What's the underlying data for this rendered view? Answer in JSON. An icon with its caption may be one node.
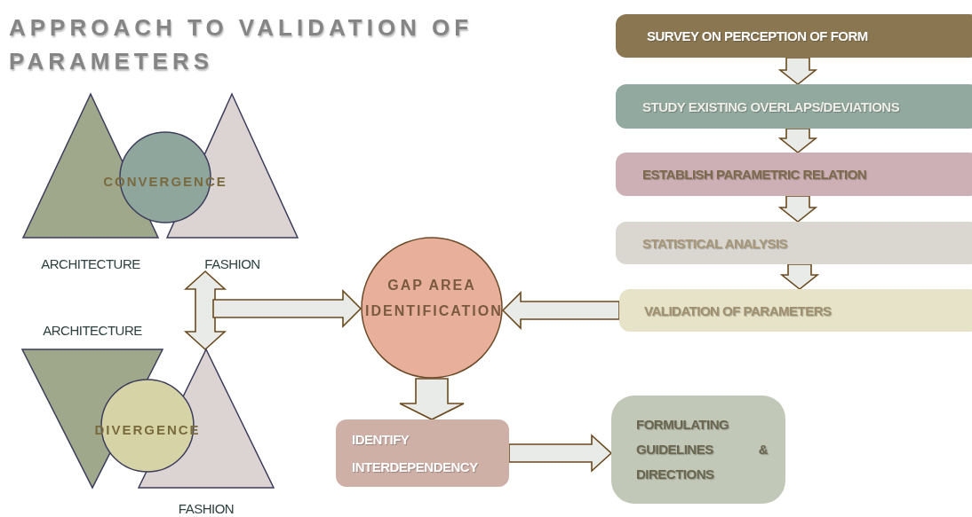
{
  "diagram": {
    "title": "APPROACH TO VALIDATION OF PARAMETERS",
    "nodes": [
      {
        "text": [
          "ARCHITECTURE"
        ]
      },
      {
        "text": [
          "FASHION"
        ]
      },
      {
        "text": [
          "CONVERGENCE"
        ]
      },
      {
        "text": [
          "ARCHITECTURE"
        ]
      },
      {
        "text": [
          "FASHION"
        ]
      },
      {
        "text": [
          "DIVERGENCE"
        ]
      },
      {
        "text": [
          "GAP AREA IDENTIFICATION"
        ]
      },
      {
        "text": [
          "SURVEY ON PERCEPTION OF FORM"
        ]
      },
      {
        "text": [
          "STUDY EXISTING OVERLAPS/DEVIATIONS"
        ]
      },
      {
        "text": [
          "ESTABLISH PARAMETRIC RELATION"
        ]
      },
      {
        "text": [
          "STATISTICAL ANALYSIS"
        ]
      },
      {
        "text": [
          "VALIDATION OF PARAMETERS"
        ]
      },
      {
        "text": [
          "IDENTIFY INTERDEPENDENCY"
        ]
      },
      {
        "text": [
          "FORMULATING GUIDELINES & DIRECTIONS"
        ]
      }
    ],
    "edges": [
      {
        "from": 1,
        "to": 4,
        "arrow": "both"
      },
      {
        "from": null,
        "to": 6,
        "arrow": "to"
      },
      {
        "from": 7,
        "to": 8,
        "arrow": "to"
      },
      {
        "from": 8,
        "to": 9,
        "arrow": "to"
      },
      {
        "from": 9,
        "to": 10,
        "arrow": "to"
      },
      {
        "from": 10,
        "to": 11,
        "arrow": "to"
      },
      {
        "from": 11,
        "to": 6,
        "arrow": "to"
      },
      {
        "from": 6,
        "to": 12,
        "arrow": "to"
      },
      {
        "from": 12,
        "to": 13,
        "arrow": "to"
      }
    ]
  }
}
